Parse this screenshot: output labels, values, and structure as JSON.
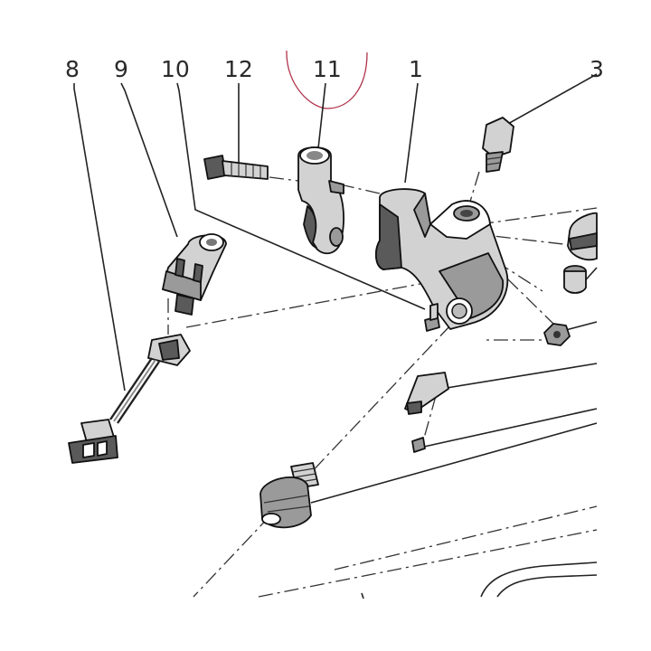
{
  "diagram": {
    "callouts": [
      {
        "id": "8",
        "label": "8"
      },
      {
        "id": "9",
        "label": "9"
      },
      {
        "id": "10",
        "label": "10"
      },
      {
        "id": "12",
        "label": "12"
      },
      {
        "id": "11",
        "label": "11"
      },
      {
        "id": "1",
        "label": "1"
      },
      {
        "id": "3",
        "label": "3"
      }
    ],
    "highlight_color": "#b0324a",
    "line_color": "#222222"
  }
}
